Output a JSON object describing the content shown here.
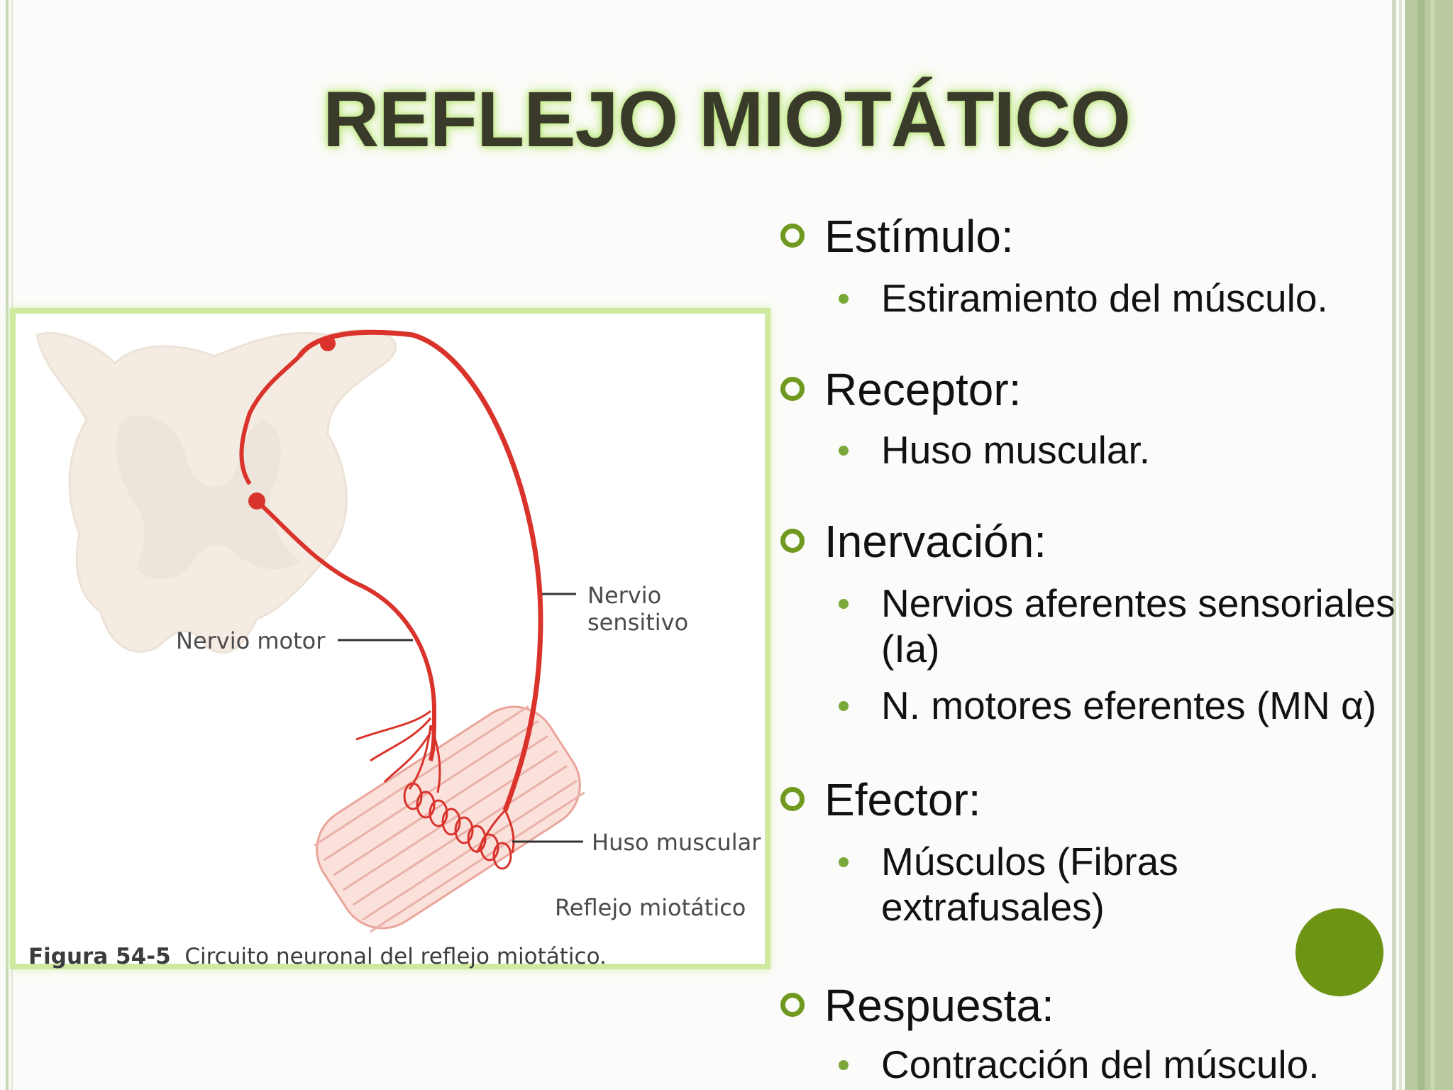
{
  "slide": {
    "title": "REFLEJO MIOTÁTICO",
    "figure": {
      "label_sensitivo": "Nervio sensitivo",
      "label_motor": "Nervio motor",
      "label_huso": "Huso muscular",
      "label_reflejo": "Reflejo miotático",
      "caption_number": "Figura 54-5",
      "caption_text": "Circuito neuronal del reflejo miotático."
    },
    "sections": [
      {
        "heading": "Estímulo:",
        "items": [
          "Estiramiento del músculo."
        ]
      },
      {
        "heading": "Receptor:",
        "items": [
          "Huso muscular."
        ]
      },
      {
        "heading": "Inervación:",
        "items": [
          "Nervios aferentes sensoriales",
          "(Ia)",
          "N. motores eferentes (MN α)"
        ]
      },
      {
        "heading": "Efector:",
        "items": [
          "Músculos (Fibras",
          "extrafusales)"
        ]
      },
      {
        "heading": "Respuesta:",
        "items": [
          "Contracción del músculo."
        ]
      }
    ]
  },
  "colors": {
    "accent_green": "#6e9414",
    "title_glow": "#b6e27a",
    "nerve_red": "#d9332b"
  }
}
